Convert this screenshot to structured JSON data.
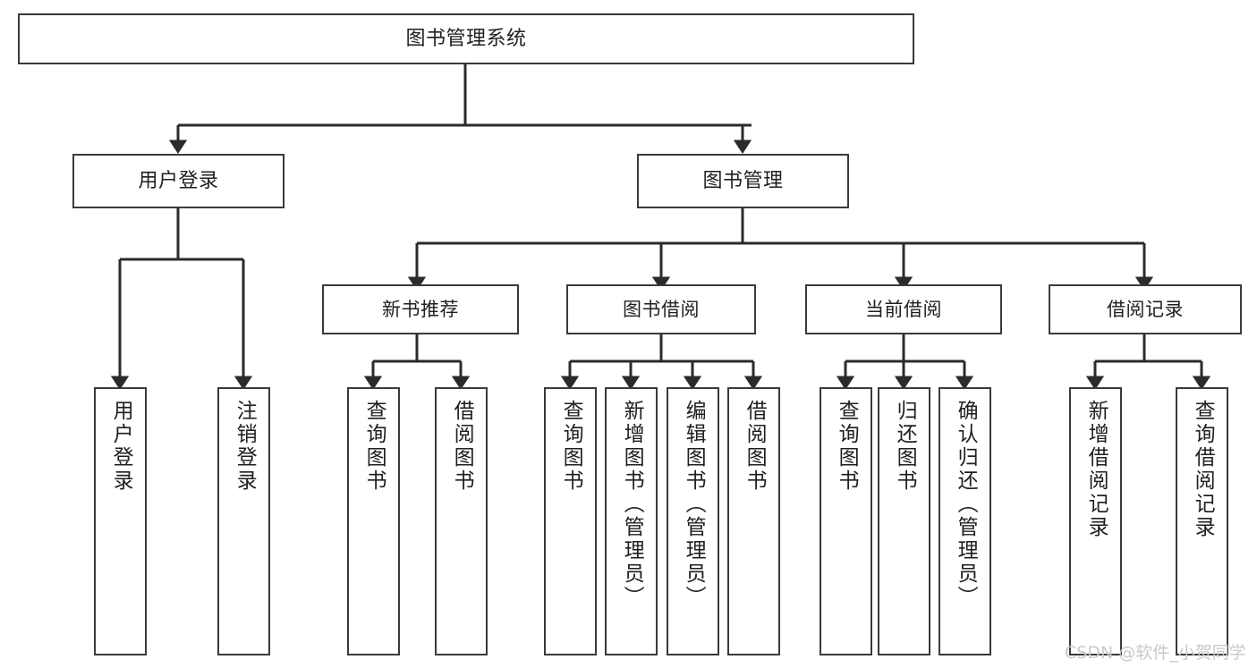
{
  "diagram": {
    "title": "图书管理系统",
    "type": "tree-hierarchy-chart",
    "watermark": "CSDN @软件_小贺同学",
    "colors": {
      "border": "#3a3a3a",
      "text": "#1f1f1f",
      "background": "#ffffff",
      "edge": "#2b2b2b",
      "watermark": "#c9c9c9"
    },
    "nodes": {
      "root": {
        "label": "图书管理系统"
      },
      "level1": [
        {
          "id": "user-login",
          "label": "用户登录"
        },
        {
          "id": "book-management",
          "label": "图书管理"
        }
      ],
      "level2": [
        {
          "id": "new-book-recommend",
          "label": "新书推荐"
        },
        {
          "id": "book-borrow",
          "label": "图书借阅"
        },
        {
          "id": "current-borrow",
          "label": "当前借阅"
        },
        {
          "id": "borrow-record",
          "label": "借阅记录"
        }
      ],
      "leaves": {
        "user-login": [
          {
            "id": "leaf-user-login",
            "label": "用户登录"
          },
          {
            "id": "leaf-logout-login",
            "label": "注销登录"
          }
        ],
        "new-book-recommend": [
          {
            "id": "leaf-query-book-1",
            "label": "查询图书"
          },
          {
            "id": "leaf-borrow-book-1",
            "label": "借阅图书"
          }
        ],
        "book-borrow": [
          {
            "id": "leaf-query-book-2",
            "label": "查询图书"
          },
          {
            "id": "leaf-add-book",
            "label": "新增图书（管理员）"
          },
          {
            "id": "leaf-edit-book",
            "label": "编辑图书（管理员）"
          },
          {
            "id": "leaf-borrow-book-2",
            "label": "借阅图书"
          }
        ],
        "current-borrow": [
          {
            "id": "leaf-query-book-3",
            "label": "查询图书"
          },
          {
            "id": "leaf-return-book",
            "label": "归还图书"
          },
          {
            "id": "leaf-confirm-return",
            "label": "确认归还（管理员）"
          }
        ],
        "borrow-record": [
          {
            "id": "leaf-add-record",
            "label": "新增借阅记录"
          },
          {
            "id": "leaf-query-record",
            "label": "查询借阅记录"
          }
        ]
      }
    }
  }
}
